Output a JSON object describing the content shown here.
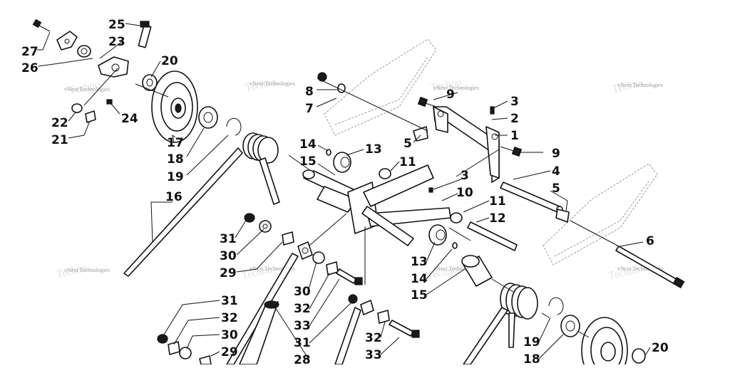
{
  "diagram": {
    "watermark": "vNext Technologies",
    "callouts": [
      {
        "id": "c25",
        "text": "25"
      },
      {
        "id": "c27",
        "text": "27"
      },
      {
        "id": "c23",
        "text": "23"
      },
      {
        "id": "c26",
        "text": "26"
      },
      {
        "id": "c20a",
        "text": "20"
      },
      {
        "id": "c22",
        "text": "22"
      },
      {
        "id": "c24",
        "text": "24"
      },
      {
        "id": "c21",
        "text": "21"
      },
      {
        "id": "c17",
        "text": "17"
      },
      {
        "id": "c18a",
        "text": "18"
      },
      {
        "id": "c19a",
        "text": "19"
      },
      {
        "id": "c16",
        "text": "16"
      },
      {
        "id": "c8",
        "text": "8"
      },
      {
        "id": "c7",
        "text": "7"
      },
      {
        "id": "c9a",
        "text": "9"
      },
      {
        "id": "c3a",
        "text": "3"
      },
      {
        "id": "c2",
        "text": "2"
      },
      {
        "id": "c1",
        "text": "1"
      },
      {
        "id": "c9b",
        "text": "9"
      },
      {
        "id": "c5a",
        "text": "5"
      },
      {
        "id": "c14a",
        "text": "14"
      },
      {
        "id": "c13a",
        "text": "13"
      },
      {
        "id": "c15a",
        "text": "15"
      },
      {
        "id": "c11a",
        "text": "11"
      },
      {
        "id": "c4",
        "text": "4"
      },
      {
        "id": "c3b",
        "text": "3"
      },
      {
        "id": "c10",
        "text": "10"
      },
      {
        "id": "c5b",
        "text": "5"
      },
      {
        "id": "c11b",
        "text": "11"
      },
      {
        "id": "c12",
        "text": "12"
      },
      {
        "id": "c6",
        "text": "6"
      },
      {
        "id": "c31a",
        "text": "31"
      },
      {
        "id": "c30a",
        "text": "30"
      },
      {
        "id": "c29a",
        "text": "29"
      },
      {
        "id": "c13b",
        "text": "13"
      },
      {
        "id": "c14b",
        "text": "14"
      },
      {
        "id": "c15b",
        "text": "15"
      },
      {
        "id": "c30b",
        "text": "30"
      },
      {
        "id": "c32a",
        "text": "32"
      },
      {
        "id": "c33a",
        "text": "33"
      },
      {
        "id": "c31b",
        "text": "31"
      },
      {
        "id": "c28",
        "text": "28"
      },
      {
        "id": "c31c",
        "text": "31"
      },
      {
        "id": "c32b",
        "text": "32"
      },
      {
        "id": "c30c",
        "text": "30"
      },
      {
        "id": "c29b",
        "text": "29"
      },
      {
        "id": "c32c",
        "text": "32"
      },
      {
        "id": "c33b",
        "text": "33"
      },
      {
        "id": "c19b",
        "text": "19"
      },
      {
        "id": "c18b",
        "text": "18"
      },
      {
        "id": "c20b",
        "text": "20"
      }
    ]
  }
}
